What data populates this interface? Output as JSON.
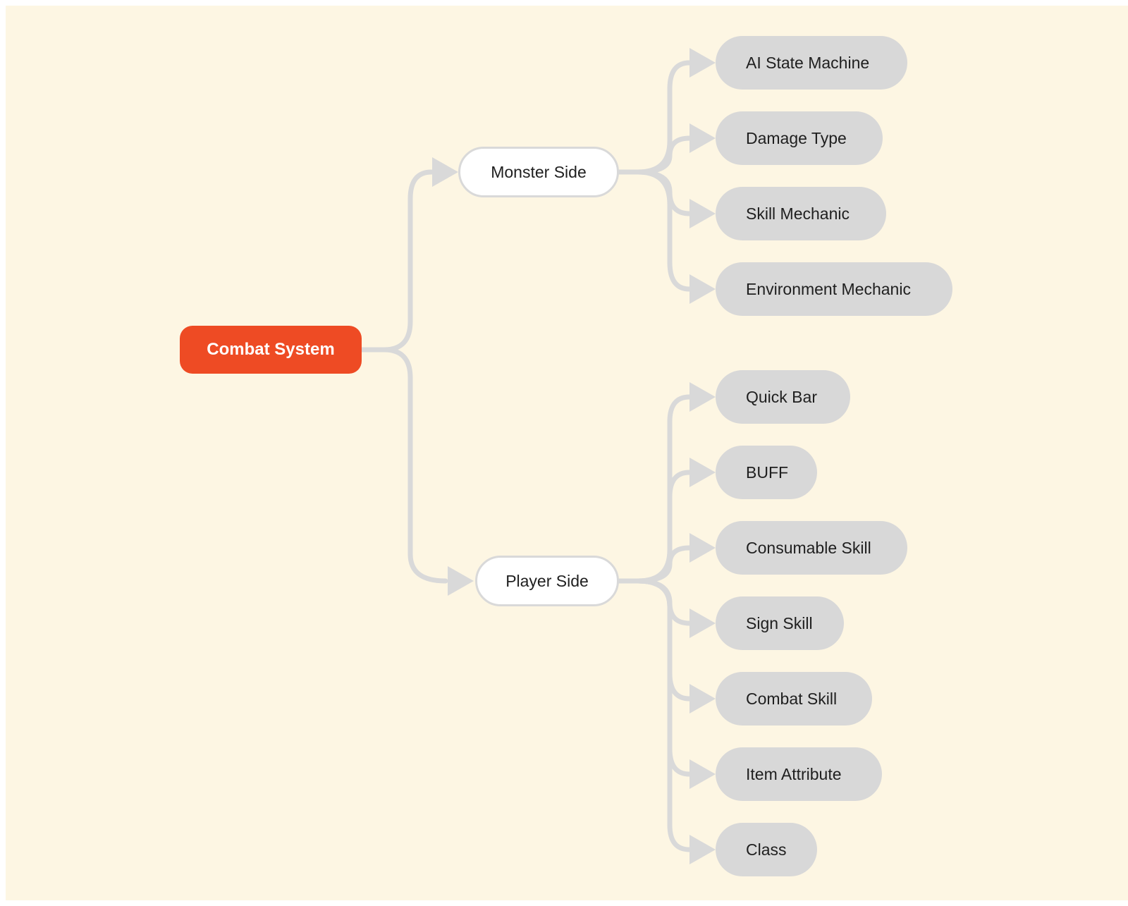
{
  "mindmap": {
    "root": {
      "label": "Combat System"
    },
    "branches": [
      {
        "label": "Monster Side",
        "children": [
          "AI State Machine",
          "Damage Type",
          "Skill Mechanic",
          "Environment Mechanic"
        ]
      },
      {
        "label": "Player Side",
        "children": [
          "Quick Bar",
          "BUFF",
          "Consumable Skill",
          "Sign Skill",
          "Combat Skill",
          "Item Attribute",
          "Class"
        ]
      }
    ]
  },
  "colors": {
    "background": "#fdf6e3",
    "root_fill": "#ee4b24",
    "connector": "#d9d9d9",
    "leaf_fill": "#d8d8d8"
  }
}
